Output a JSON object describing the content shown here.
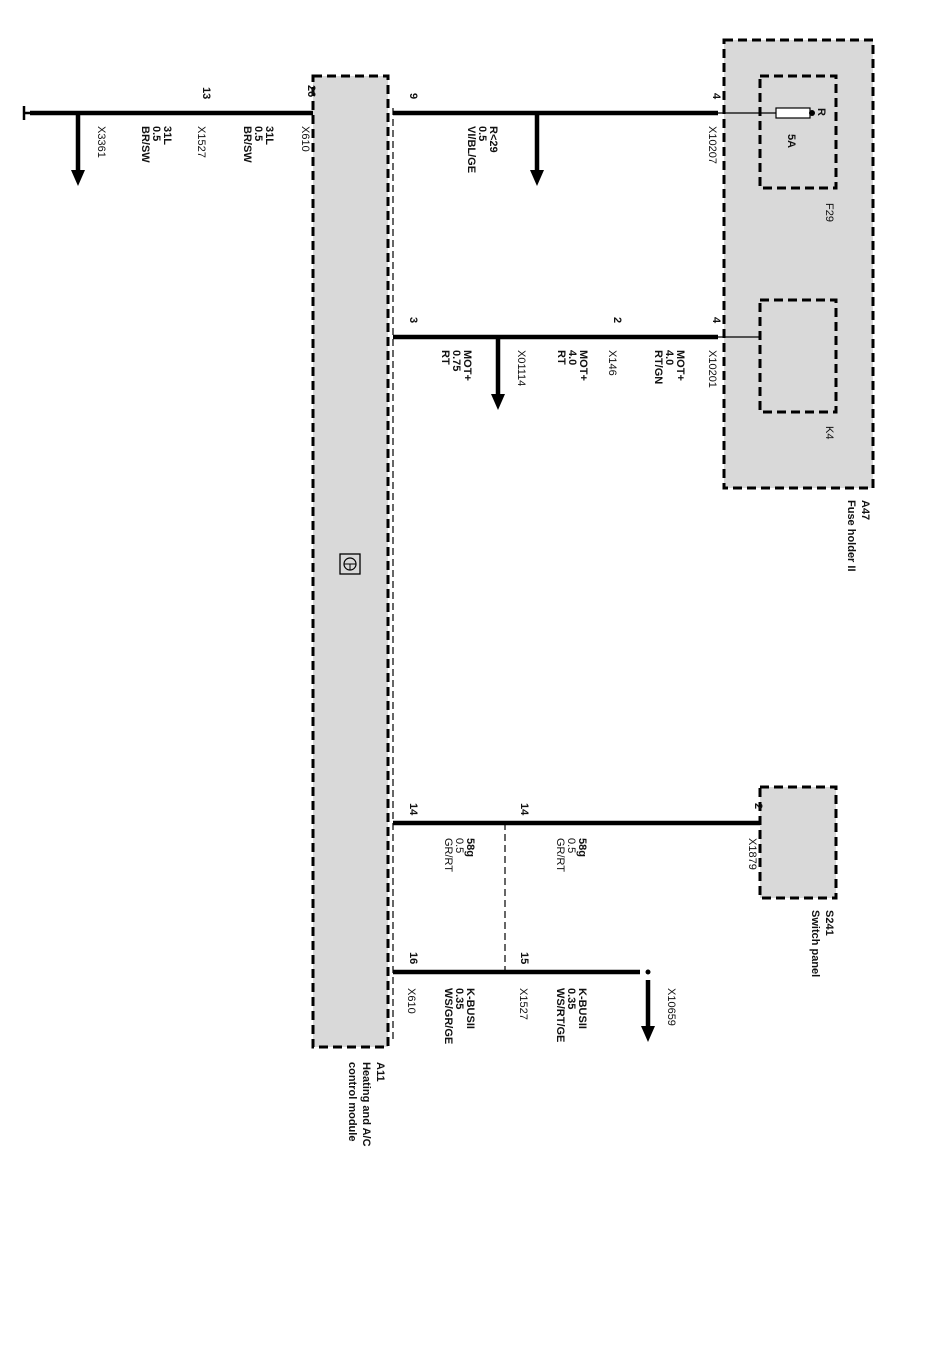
{
  "components": {
    "a11": {
      "id": "A11",
      "name1": "Heating and A/C",
      "name2": "control module"
    },
    "a47": {
      "id": "A47",
      "name": "Fuse holder II"
    },
    "f29": {
      "id": "F29",
      "rating": "5A",
      "pin": "R"
    },
    "k4": {
      "id": "K4"
    },
    "s241": {
      "id": "S241",
      "name": "Switch panel"
    }
  },
  "wires": {
    "ground": {
      "pin_module": "26",
      "conn_module": "X610",
      "seg1": [
        "31L",
        "0.5",
        "BR/SW"
      ],
      "pin_mid": "13",
      "conn_mid": "X1527",
      "seg2": [
        "31L",
        "0.5",
        "BR/SW"
      ],
      "splice": "X3361"
    },
    "fuse_feed": {
      "pin_module": "9",
      "seg1": [
        "R<29",
        "0.5",
        "VI/BL/GE"
      ],
      "pin_fuse": "4",
      "conn_fuse": "X10207"
    },
    "motor": {
      "pin_module": "3",
      "seg1": [
        "MOT+",
        "0.75",
        "RT"
      ],
      "splice": "X01114",
      "seg2": [
        "MOT+",
        "4.0",
        "RT"
      ],
      "pin_mid": "2",
      "conn_mid": "X146",
      "seg3": [
        "MOT+",
        "4.0",
        "RT/GN"
      ],
      "pin_relay": "4",
      "conn_relay": "X10201"
    },
    "switch": {
      "pin_module": "14",
      "seg1": [
        "58g",
        "0.5",
        "GR/RT"
      ],
      "pin_mid": "14",
      "seg2": [
        "58g",
        "0.5",
        "GR/RT"
      ],
      "pin_switch": "2",
      "conn_switch": "X1879"
    },
    "kbus": {
      "pin_module": "16",
      "conn_module": "X610",
      "seg1": [
        "K-BUSII",
        "0.35",
        "WS/GR/GE"
      ],
      "pin_mid": "15",
      "conn_mid": "X1527",
      "seg2": [
        "K-BUSII",
        "0.35",
        "WS/RT/GE"
      ],
      "splice": "X10659"
    }
  }
}
